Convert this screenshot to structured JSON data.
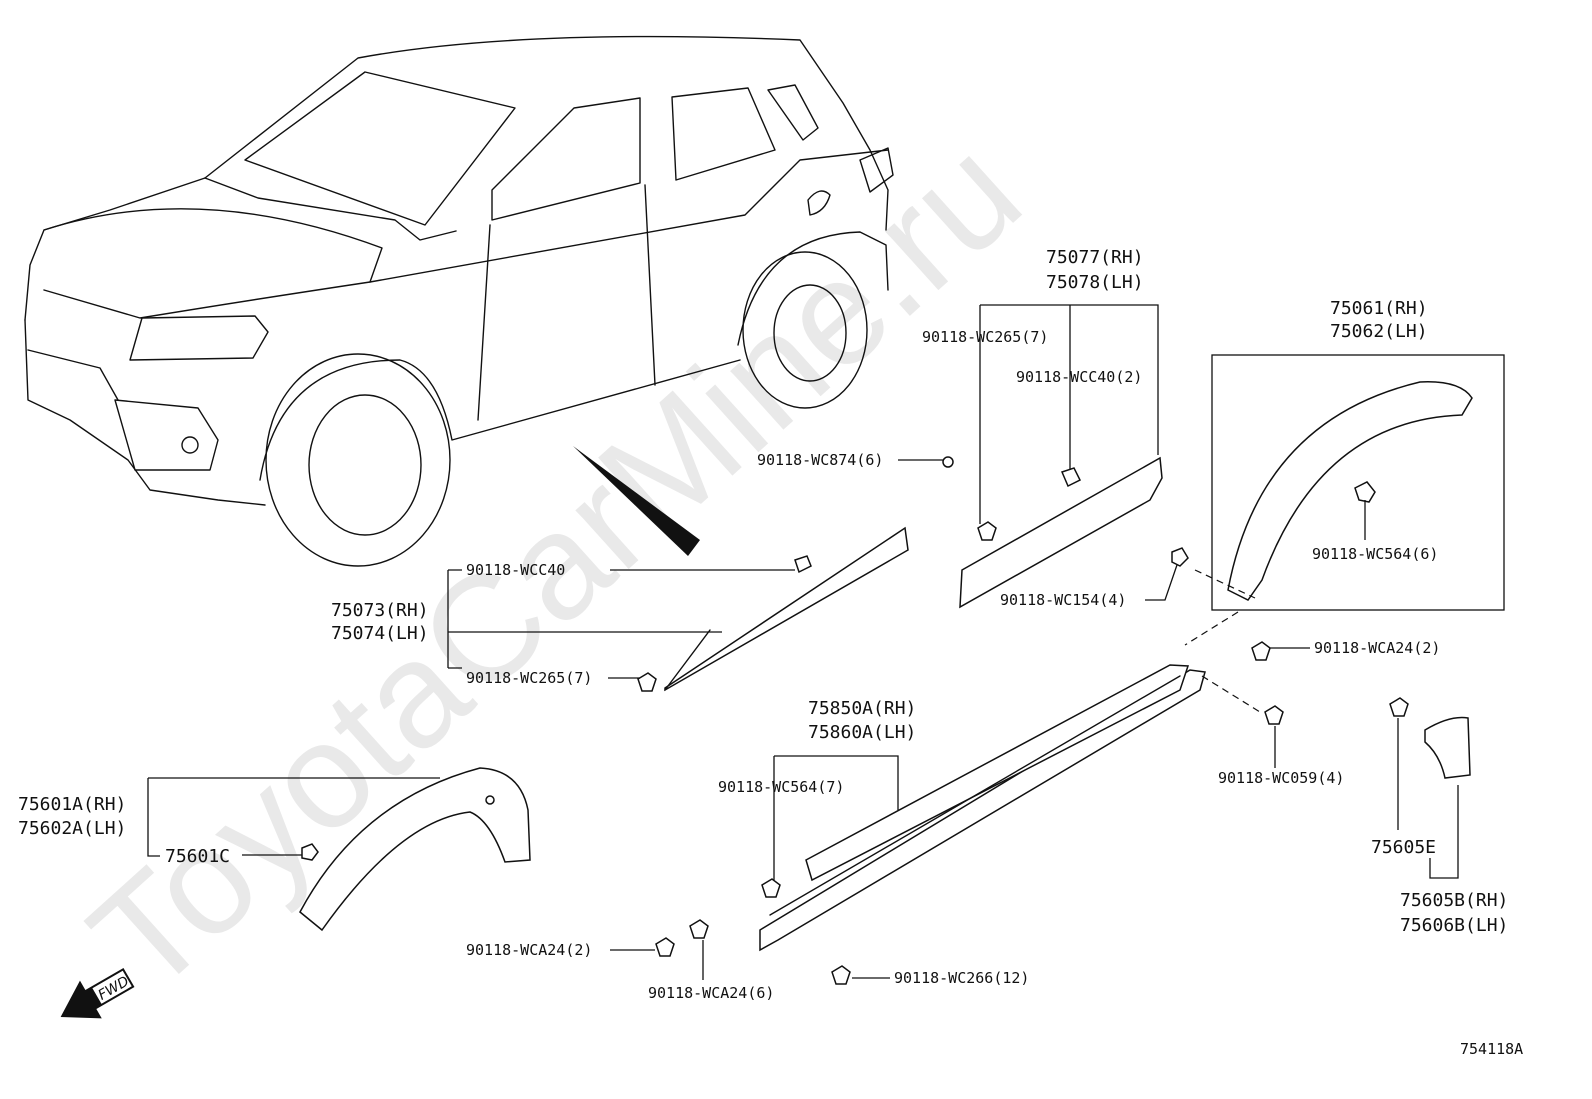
{
  "watermark": "ToyotaCarMine.ru",
  "figure_id": "754118A",
  "fwd_label": "FWD",
  "callouts": {
    "fender_garnish": {
      "rh": "75601A(RH)",
      "lh": "75602A(LH)",
      "sub": "75601C"
    },
    "front_door_moulding": {
      "rh": "75073(RH)",
      "lh": "75074(LH)",
      "clip_a": "90118-WCC40",
      "clip_b": "90118-WC265(7)"
    },
    "rear_door_moulding": {
      "rh": "75077(RH)",
      "lh": "75078(LH)",
      "clip_a": "90118-WC265(7)",
      "clip_b": "90118-WCC40(2)"
    },
    "quarter_moulding": {
      "rh": "75061(RH)",
      "lh": "75062(LH)",
      "clip": "90118-WC564(6)"
    },
    "rocker_moulding": {
      "rh": "75850A(RH)",
      "lh": "75860A(LH)",
      "clip": "90118-WC564(7)"
    },
    "quarter_extension": {
      "part": "75605E",
      "rh": "75605B(RH)",
      "lh": "75606B(LH)"
    },
    "fasteners": {
      "wc874": "90118-WC874(6)",
      "wc154": "90118-WC154(4)",
      "wca24_right": "90118-WCA24(2)",
      "wc059": "90118-WC059(4)",
      "wca24_left": "90118-WCA24(2)",
      "wca24_bottom": "90118-WCA24(6)",
      "wc266": "90118-WC266(12)"
    }
  }
}
